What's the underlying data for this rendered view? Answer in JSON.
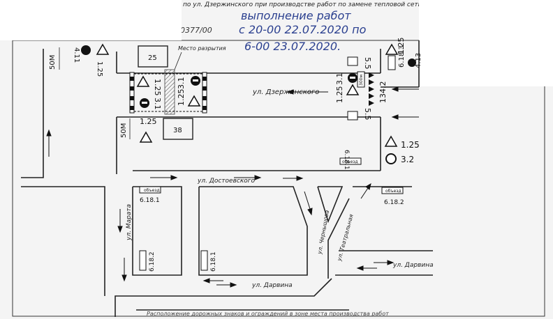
{
  "header": {
    "title": "по ул. Дзержинского при производстве работ по замене тепловой сети",
    "doc_number": "0377/00",
    "note_line1": "выполнение работ",
    "note_line2": "с 20-00 22.07.2020 по",
    "note_line3": "6-00 23.07.2020."
  },
  "streets": {
    "dzerzhinskogo": "ул. Дзержинского",
    "dostoevskogo": "ул. Достоевского",
    "darvina_right": "ул. Дарвина",
    "darvina_bottom": "ул. Дарвина",
    "marata": "ул. Марата",
    "chernyshova": "ул. Чернышова",
    "teatralnaya": "ул. Театральная"
  },
  "map": {
    "dig_site_label": "Место разрытия",
    "building_25": "25",
    "building_38": "38",
    "detour_label": "объезд",
    "dist_50m_top": "50М",
    "dist_50m_left": "50М",
    "dist_300m": "300м"
  },
  "signs": {
    "s_4_11": "4.11",
    "s_1_25_topleft": "1.25",
    "s_1_25_top_right": "1.25",
    "s_6_18_3": "6.18.3",
    "s_4_13": "4.13",
    "s_1_25_v": "1.25",
    "s_3_1_v": "3.1",
    "s_1_25_left": "1.25",
    "s_1_25_mid": "1.25",
    "s_3_1_mid": "3.1",
    "s_5_5_top": "5.5",
    "s_5_5_bottom": "5.5",
    "s_134_2": "134.2",
    "s_1_25_right": "1.25",
    "s_3_2": "3.2",
    "s_6_18_1_right": "6.18.1",
    "s_6_18_1_left": "6.18.1",
    "s_6_18_2_left": "6.18.2",
    "s_6_18_1_mid": "6.18.1",
    "s_6_18_2_right": "6.18.2"
  },
  "footer": {
    "text": "Расположение дорожных знаков и ограждений в зоне места производства работ"
  }
}
